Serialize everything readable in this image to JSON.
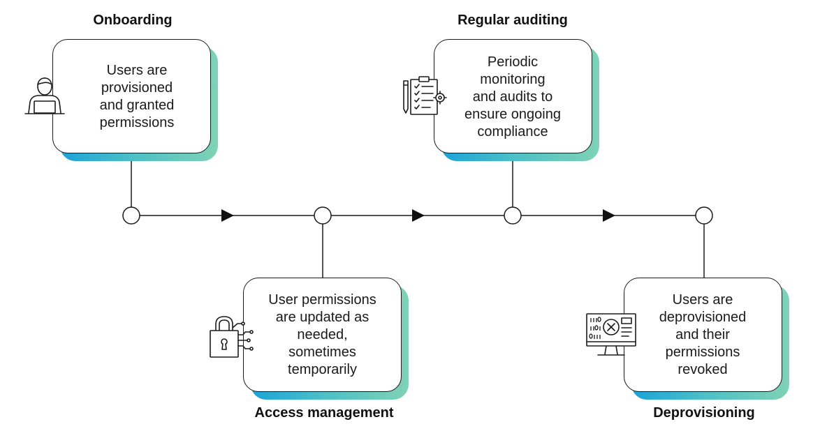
{
  "stages": [
    {
      "title": "Onboarding",
      "icon": "user-at-laptop-icon",
      "lines": [
        "Users are",
        "provisioned",
        "and granted",
        "permissions"
      ]
    },
    {
      "title": "Access management",
      "icon": "padlock-circuit-icon",
      "lines": [
        "User permissions",
        "are updated as",
        "needed,",
        "sometimes",
        "temporarily"
      ]
    },
    {
      "title": "Regular auditing",
      "icon": "clipboard-checklist-icon",
      "lines": [
        "Periodic",
        "monitoring",
        "and audits to",
        "ensure ongoing",
        "compliance"
      ]
    },
    {
      "title": "Deprovisioning",
      "icon": "monitor-revoked-icon",
      "lines": [
        "Users are",
        "deprovisioned",
        "and their",
        "permissions",
        "revoked"
      ]
    }
  ],
  "colors": {
    "line": "#1a1a1a",
    "shadow_start": "#1aa3d9",
    "shadow_end": "#7fd2b5"
  }
}
